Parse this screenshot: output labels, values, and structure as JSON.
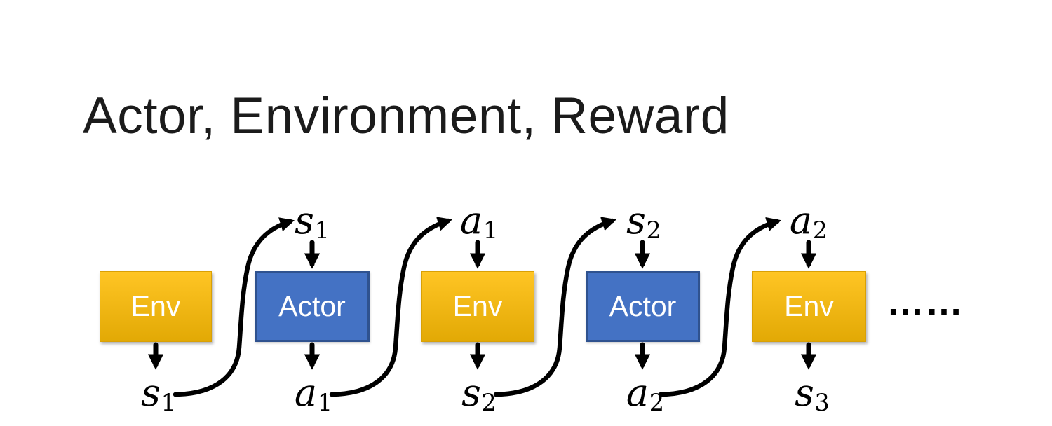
{
  "title": "Actor, Environment, Reward",
  "colors": {
    "title_text": "#1b1b1b",
    "env_top": "#FFC524",
    "env_bottom": "#E2A905",
    "env_border": "#D9A005",
    "actor_fill": "#4472C4",
    "actor_border": "#2F528F",
    "box_text": "#FFFFFF",
    "arrow": "#000000"
  },
  "diagram": {
    "boxes": [
      {
        "label": "Env",
        "type": "env"
      },
      {
        "label": "Actor",
        "type": "actor"
      },
      {
        "label": "Env",
        "type": "env"
      },
      {
        "label": "Actor",
        "type": "actor"
      },
      {
        "label": "Env",
        "type": "env"
      }
    ],
    "top_labels": [
      {
        "base": "s",
        "sub": "1"
      },
      {
        "base": "a",
        "sub": "1"
      },
      {
        "base": "s",
        "sub": "2"
      },
      {
        "base": "a",
        "sub": "2"
      }
    ],
    "bottom_labels": [
      {
        "base": "s",
        "sub": "1"
      },
      {
        "base": "a",
        "sub": "1"
      },
      {
        "base": "s",
        "sub": "2"
      },
      {
        "base": "a",
        "sub": "2"
      },
      {
        "base": "s",
        "sub": "3"
      }
    ],
    "ellipsis": "……"
  }
}
